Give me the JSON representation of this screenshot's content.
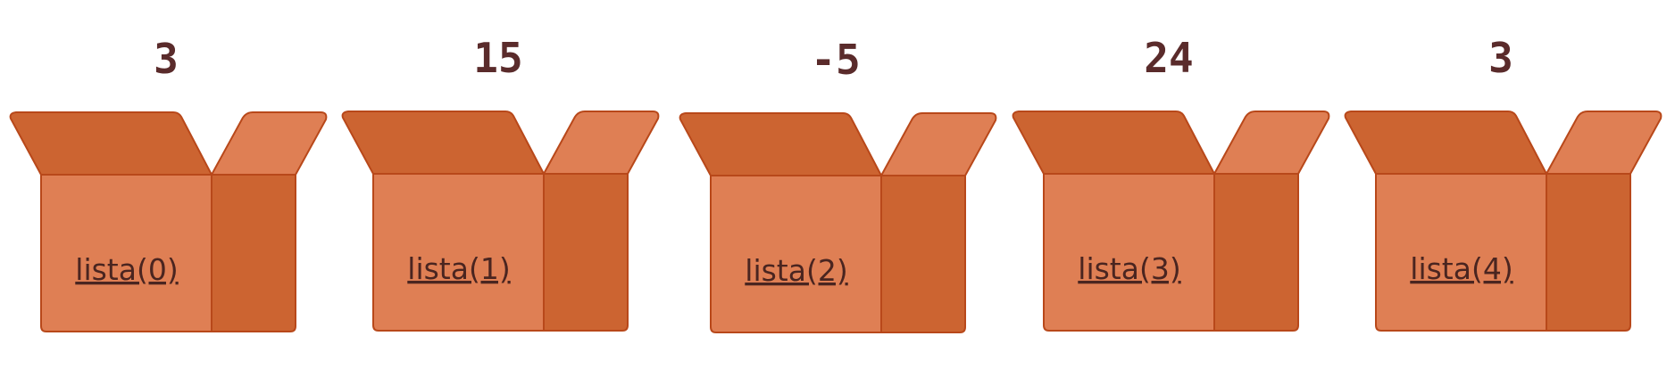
{
  "colors": {
    "front": "#df7f54",
    "side": "#cc6431",
    "stroke": "#b8481a",
    "value_text": "#5a2b2b",
    "label_text": "#4a2520"
  },
  "boxes": [
    {
      "value": "3",
      "label": "lista(0)"
    },
    {
      "value": "15",
      "label": "lista(1)"
    },
    {
      "value": "-5",
      "label": "lista(2)"
    },
    {
      "value": "24",
      "label": "lista(3)"
    },
    {
      "value": "3",
      "label": "lista(4)"
    }
  ]
}
